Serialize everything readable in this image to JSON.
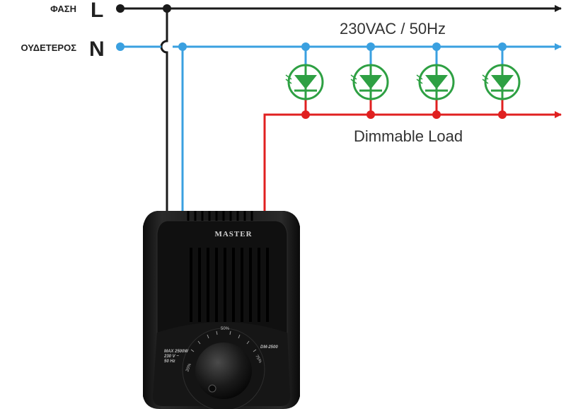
{
  "labels": {
    "phase_name": "ΦΑΣΗ",
    "phase_letter": "L",
    "neutral_name": "ΟΥΔΕΤΕΡΟΣ",
    "neutral_letter": "N",
    "supply": "230VAC / 50Hz",
    "load": "Dimmable Load"
  },
  "device": {
    "brand": "MASTER",
    "model": "DM-2500",
    "spec_line1": "MAX 2500W",
    "spec_line2": "230 V ~",
    "spec_line3": "50 Hz",
    "dial_marks": [
      "20%",
      "50%",
      "75%"
    ]
  },
  "wire_colors": {
    "phase": "#1a1a1a",
    "neutral": "#3aa0e0",
    "load": "#e02020",
    "led": "#2ea043"
  },
  "led_count": 4
}
